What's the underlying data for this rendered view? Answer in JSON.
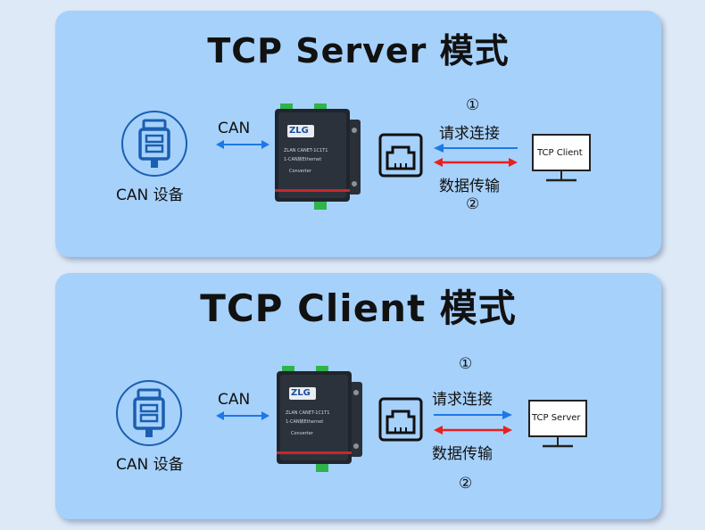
{
  "panels": [
    {
      "title": "TCP Server 模式",
      "device_label": "CAN 设备",
      "link_label": "CAN",
      "step1": "①",
      "request_label": "请求连接",
      "transfer_label": "数据传输",
      "step2": "②",
      "peer_label": "TCP Client"
    },
    {
      "title": "TCP Client 模式",
      "device_label": "CAN 设备",
      "link_label": "CAN",
      "step1": "①",
      "request_label": "请求连接",
      "transfer_label": "数据传输",
      "step2": "②",
      "peer_label": "TCP Server"
    }
  ],
  "converter": {
    "brand": "ZLG",
    "model": "ZLAN CANET-1C1T1",
    "line1": "1-CAN转Ethernet",
    "line2": "Converter"
  },
  "colors": {
    "panel": "#a6d1fb",
    "arrow_blue": "#1e78e6",
    "arrow_red": "#e8201e",
    "icon_blue": "#1a5fb0"
  },
  "icons": {
    "can_device": "db9-connector-icon",
    "ethernet": "rj45-port-icon",
    "peer": "monitor-icon"
  }
}
